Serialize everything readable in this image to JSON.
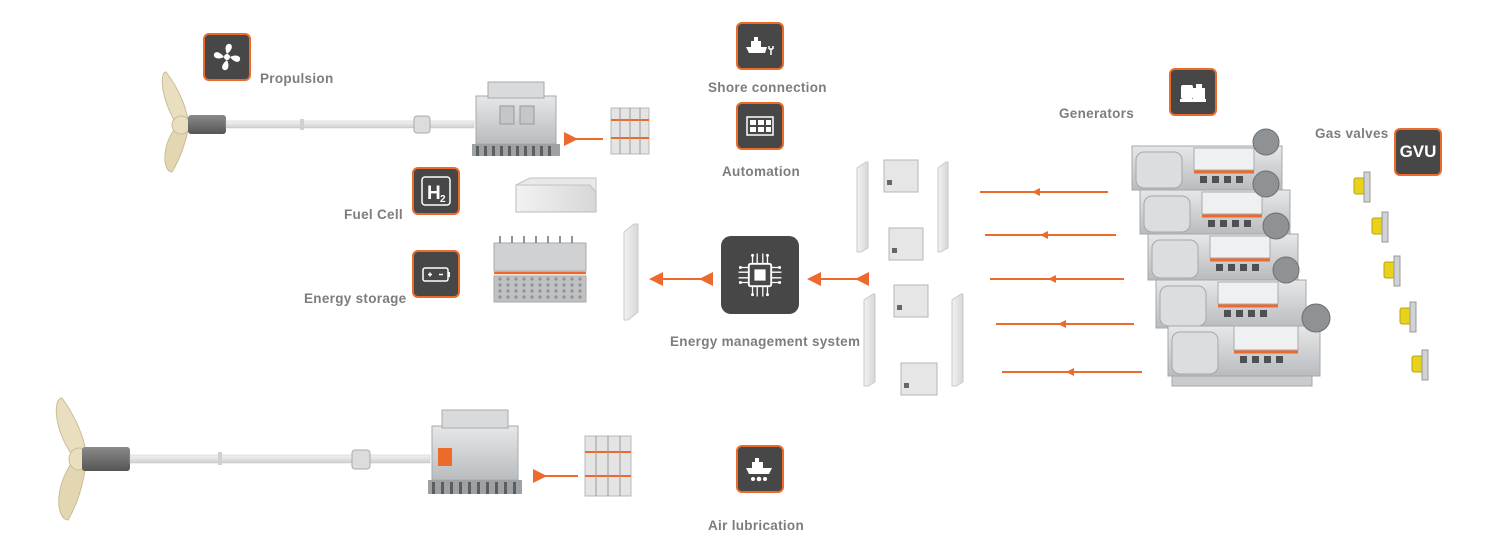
{
  "labels": {
    "propulsion": "Propulsion",
    "shore_connection": "Shore connection",
    "automation": "Automation",
    "generators": "Generators",
    "gas_valves": "Gas valves",
    "gvu": "GVU",
    "fuel_cell": "Fuel Cell",
    "h2_symbol": "H",
    "h2_subscript": "2",
    "energy_storage": "Energy storage",
    "energy_management_system": "Energy management system",
    "air_lubrication": "Air lubrication"
  },
  "colors": {
    "accent": "#ec6a2c",
    "icon_background": "#474747",
    "label_text": "#7d7d7d",
    "propeller": "#e9dfbf",
    "machinery": "#d4d6d8"
  },
  "icons": [
    "fan-icon",
    "ship-plug-icon",
    "control-panel-icon",
    "generator-icon",
    "hydrogen-icon",
    "battery-icon",
    "chip-icon",
    "ship-bubbles-icon"
  ]
}
